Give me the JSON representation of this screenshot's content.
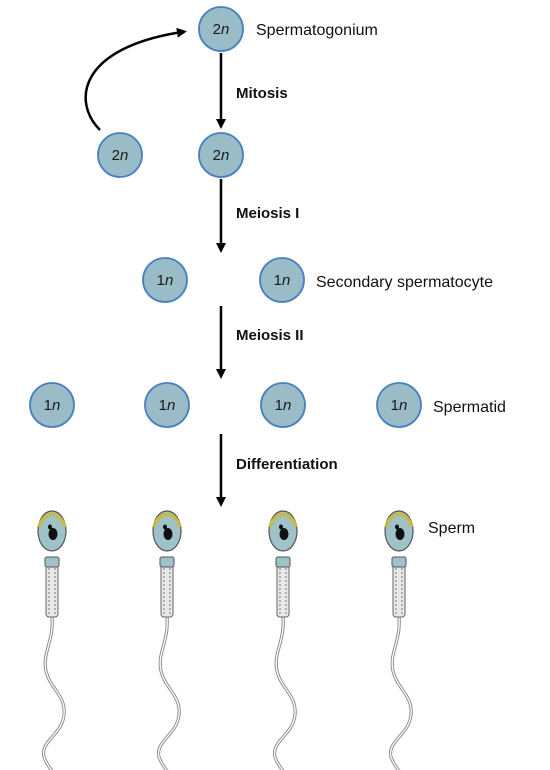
{
  "colors": {
    "cell_fill": "#99bcc7",
    "cell_stroke": "#4a7fbf",
    "arrow": "#000000",
    "sperm_head_fill": "#9fc2c9",
    "sperm_head_rim": "#c6ba4a",
    "nucleus": "#111111",
    "tail_stroke": "#8a8a8a"
  },
  "cells": {
    "spermatogonium_top": {
      "number": "2",
      "unit": "n"
    },
    "spermatogonium_renewed": {
      "number": "2",
      "unit": "n"
    },
    "primary_spermatocyte": {
      "number": "2",
      "unit": "n"
    },
    "secondary_1": {
      "number": "1",
      "unit": "n"
    },
    "secondary_2": {
      "number": "1",
      "unit": "n"
    },
    "spermatid_1": {
      "number": "1",
      "unit": "n"
    },
    "spermatid_2": {
      "number": "1",
      "unit": "n"
    },
    "spermatid_3": {
      "number": "1",
      "unit": "n"
    },
    "spermatid_4": {
      "number": "1",
      "unit": "n"
    }
  },
  "labels": {
    "spermatogonium": "Spermatogonium",
    "secondary_spermatocyte": "Secondary spermatocyte",
    "spermatid": "Spermatid",
    "sperm": "Sperm"
  },
  "steps": {
    "mitosis": "Mitosis",
    "meiosis_1": "Meiosis I",
    "meiosis_2": "Meiosis II",
    "differentiation": "Differentiation"
  },
  "icons": {
    "arrow": "down-arrow-icon",
    "renewal_arrow": "curved-arrow-icon",
    "sperm": "sperm-cell-icon"
  }
}
